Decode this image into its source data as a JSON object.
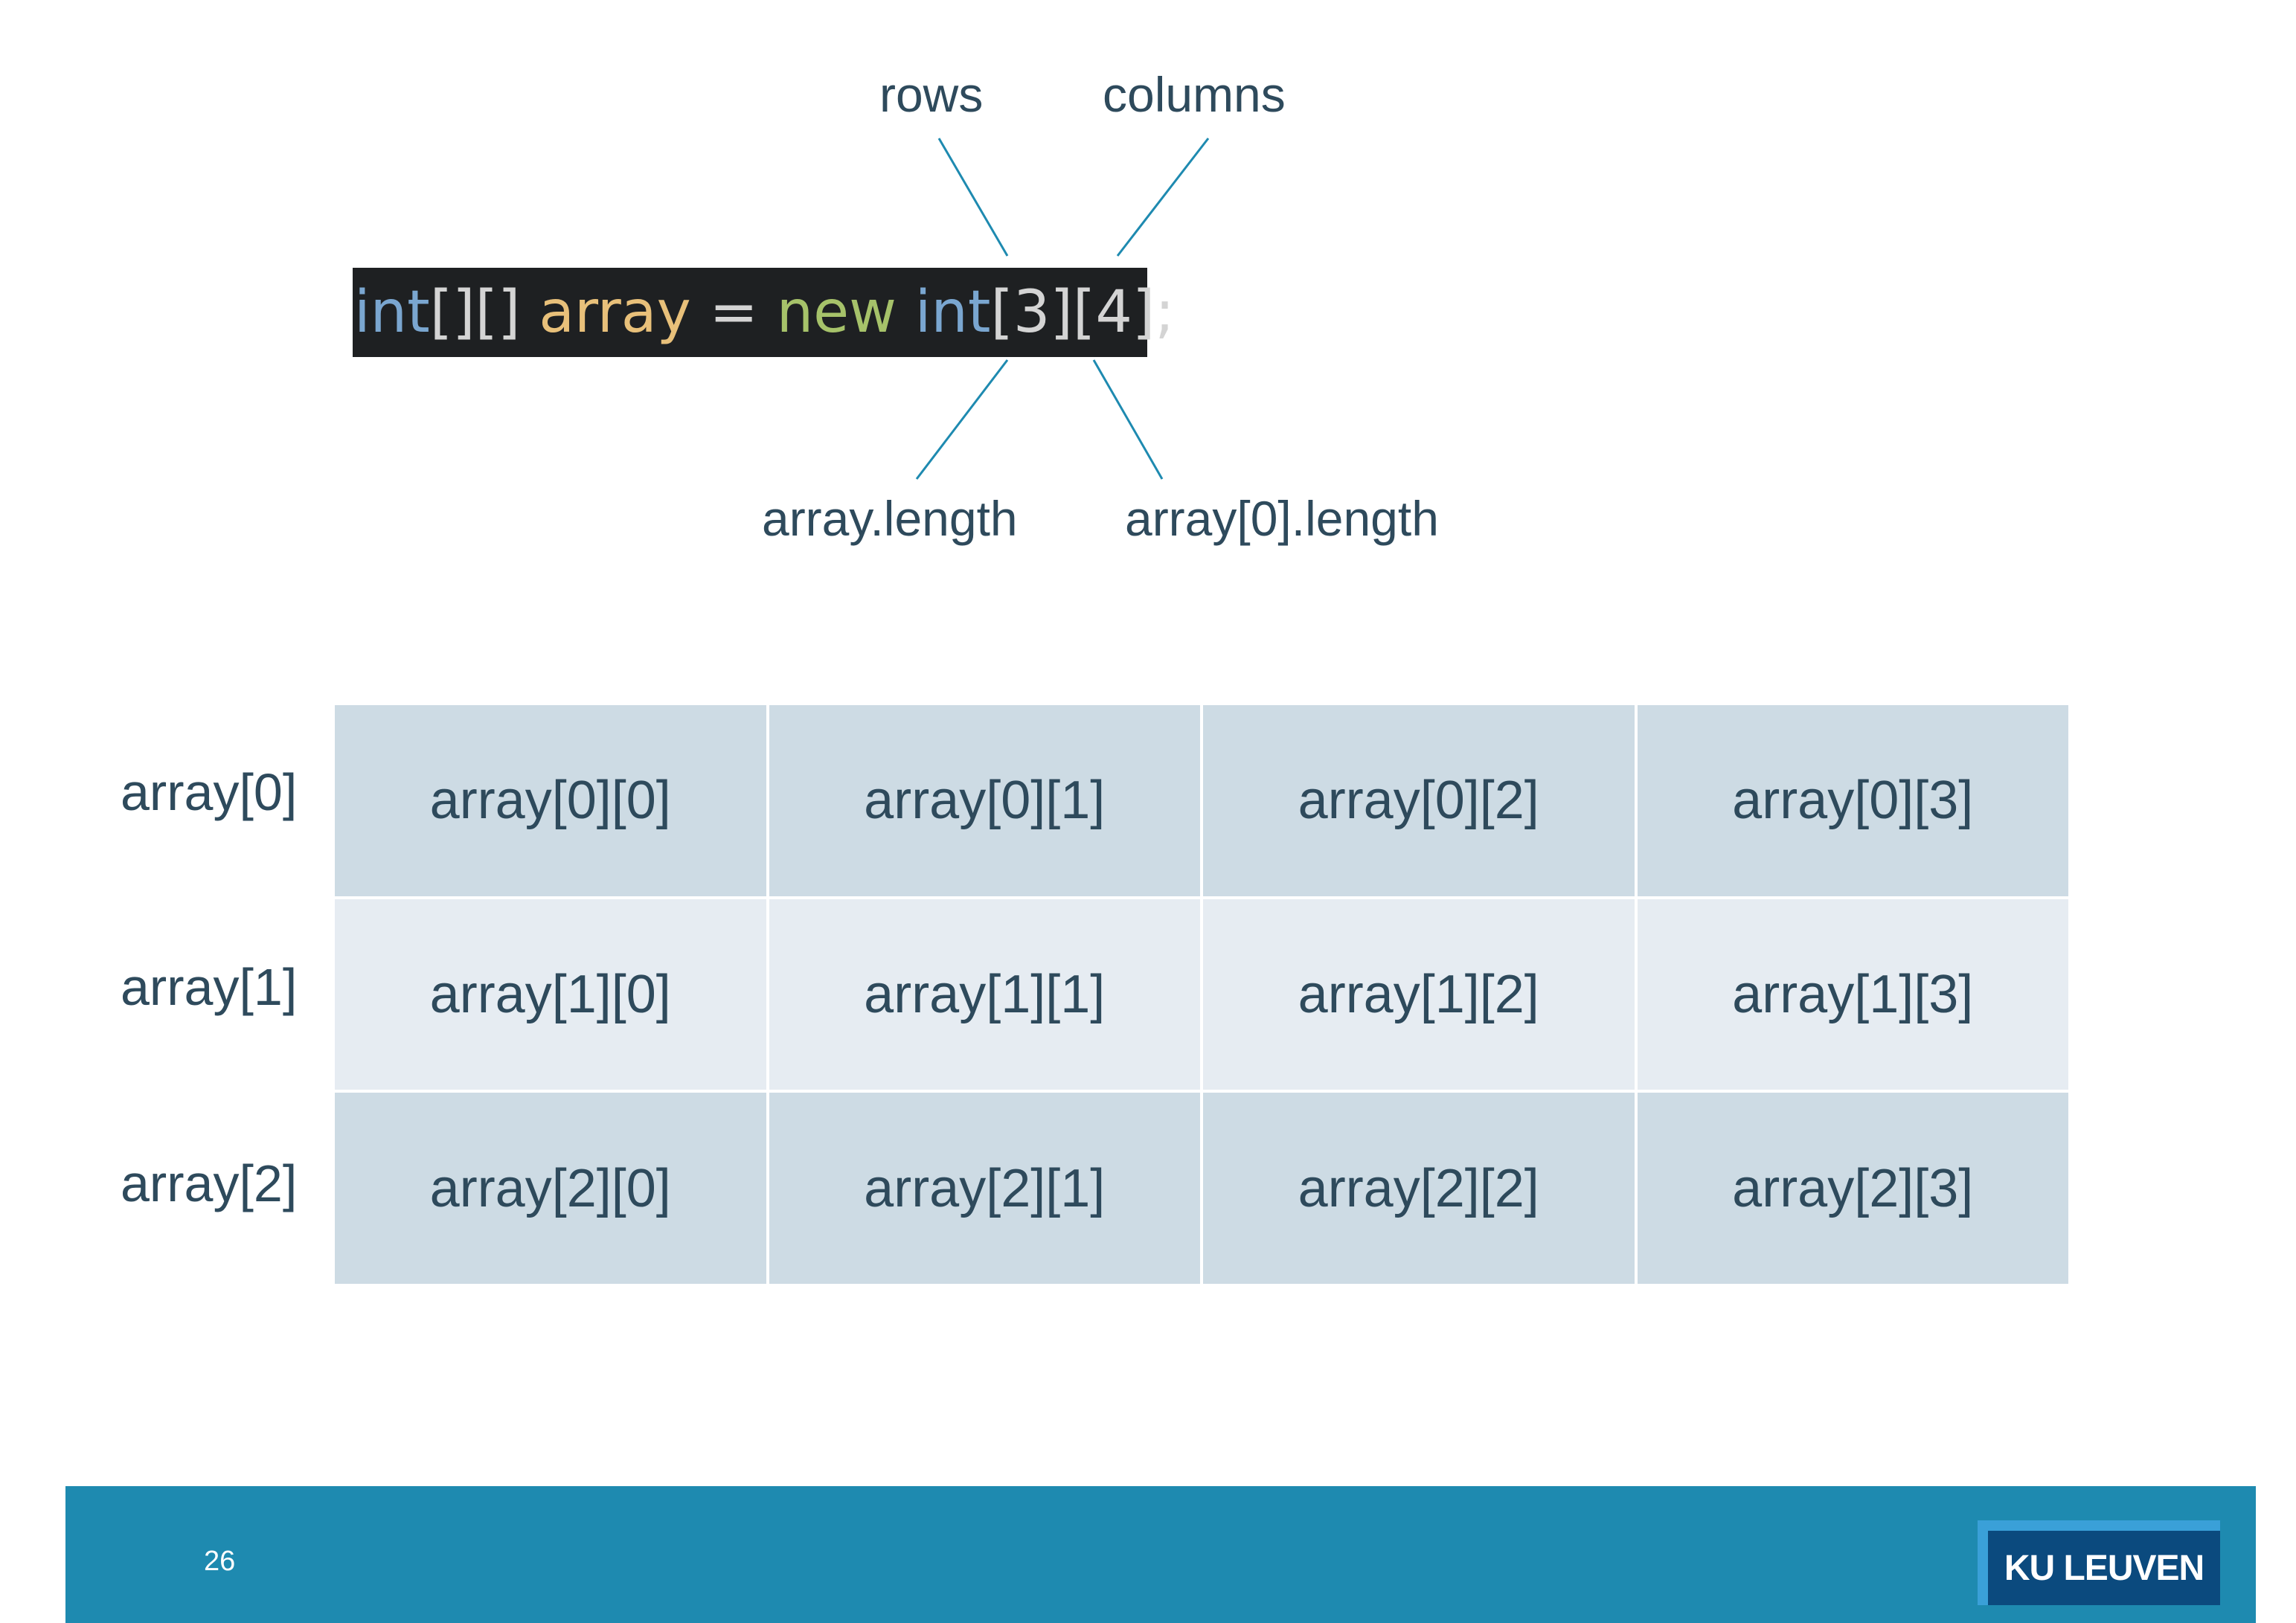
{
  "annotations": {
    "rows": "rows",
    "columns": "columns",
    "array_length": "array.length",
    "array0_length": "array[0].length"
  },
  "code": {
    "tokens": [
      {
        "text": "int",
        "color": "#7aa6d0"
      },
      {
        "text": "[][] ",
        "color": "#d4d4d4"
      },
      {
        "text": "array",
        "color": "#e8c07a"
      },
      {
        "text": " = ",
        "color": "#d4d4d4"
      },
      {
        "text": "new",
        "color": "#a6c26a"
      },
      {
        "text": " ",
        "color": "#d4d4d4"
      },
      {
        "text": "int",
        "color": "#7aa6d0"
      },
      {
        "text": "[3][4];",
        "color": "#d4d4d4"
      }
    ]
  },
  "row_labels": [
    "array[0]",
    "array[1]",
    "array[2]"
  ],
  "table": {
    "rows": [
      [
        "array[0][0]",
        "array[0][1]",
        "array[0][2]",
        "array[0][3]"
      ],
      [
        "array[1][0]",
        "array[1][1]",
        "array[1][2]",
        "array[1][3]"
      ],
      [
        "array[2][0]",
        "array[2][1]",
        "array[2][2]",
        "array[2][3]"
      ]
    ],
    "row_colors": [
      "#cddbe4",
      "#e6ecf2",
      "#cddbe4"
    ]
  },
  "footer": {
    "page_number": "26",
    "logo_text": "KU LEUVEN",
    "background": "#1e8ab0"
  }
}
